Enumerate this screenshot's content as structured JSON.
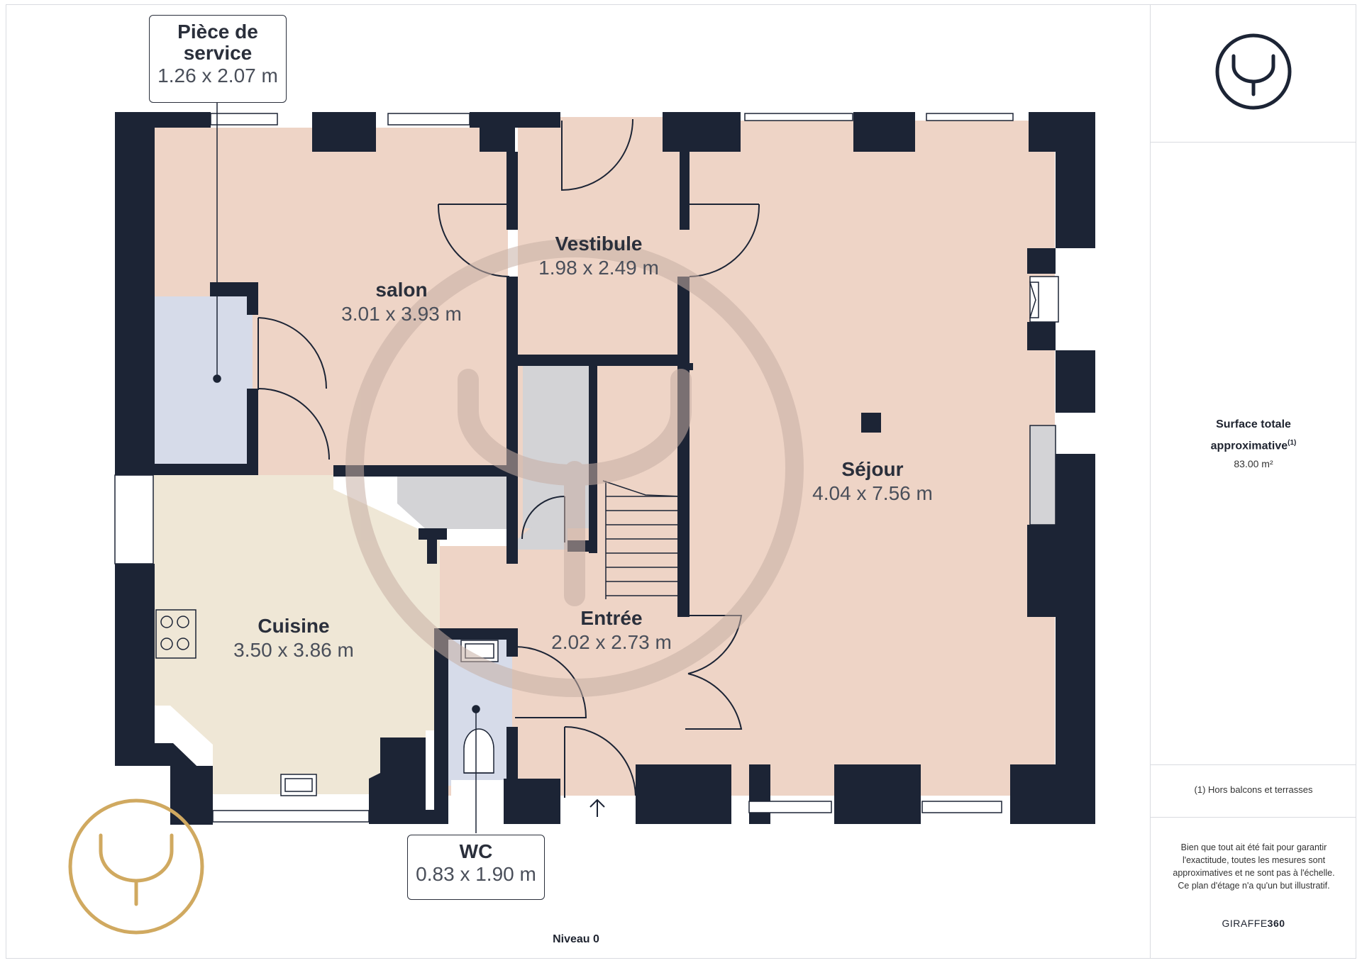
{
  "rooms": {
    "piece_service": {
      "name": "Pièce de\nservice",
      "dims": "1.26 x 2.07 m"
    },
    "salon": {
      "name": "salon",
      "dims": "3.01 x 3.93 m"
    },
    "vestibule": {
      "name": "Vestibule",
      "dims": "1.98 x 2.49 m"
    },
    "sejour": {
      "name": "Séjour",
      "dims": "4.04 x 7.56 m"
    },
    "cuisine": {
      "name": "Cuisine",
      "dims": "3.50 x 3.86 m"
    },
    "entree": {
      "name": "Entrée",
      "dims": "2.02 x 2.73 m"
    },
    "wc": {
      "name": "WC",
      "dims": "0.83 x 1.90 m"
    }
  },
  "level": "Niveau 0",
  "sidebar": {
    "surface_title_line1": "Surface totale",
    "surface_title_line2": "approximative",
    "surface_footnote_mark": "(1)",
    "surface_value": "83.00 m²",
    "footnote": "(1) Hors balcons et terrasses",
    "disclaimer": "Bien que tout ait été fait pour garantir l'exactitude, toutes les mesures sont approximatives et ne sont pas à l'échelle. Ce plan d'étage n'a qu'un but illustratif.",
    "brand_prefix": "GIRAFFE",
    "brand_suffix": "360"
  },
  "colors": {
    "wall": "#1c2435",
    "pink_room": "#eed4c6",
    "beige_room": "#efe7d6",
    "blue_room": "#d6dbe9",
    "grey_room": "#d3d3d6",
    "watermark": "#c7aea4",
    "gold_logo": "#d0a960"
  },
  "icons": [
    "giraffe360-logo-icon",
    "watermark-logo-icon",
    "gold-logo-icon",
    "entrance-arrow-icon",
    "cooktop-icon",
    "sink-icon",
    "toilet-icon"
  ]
}
